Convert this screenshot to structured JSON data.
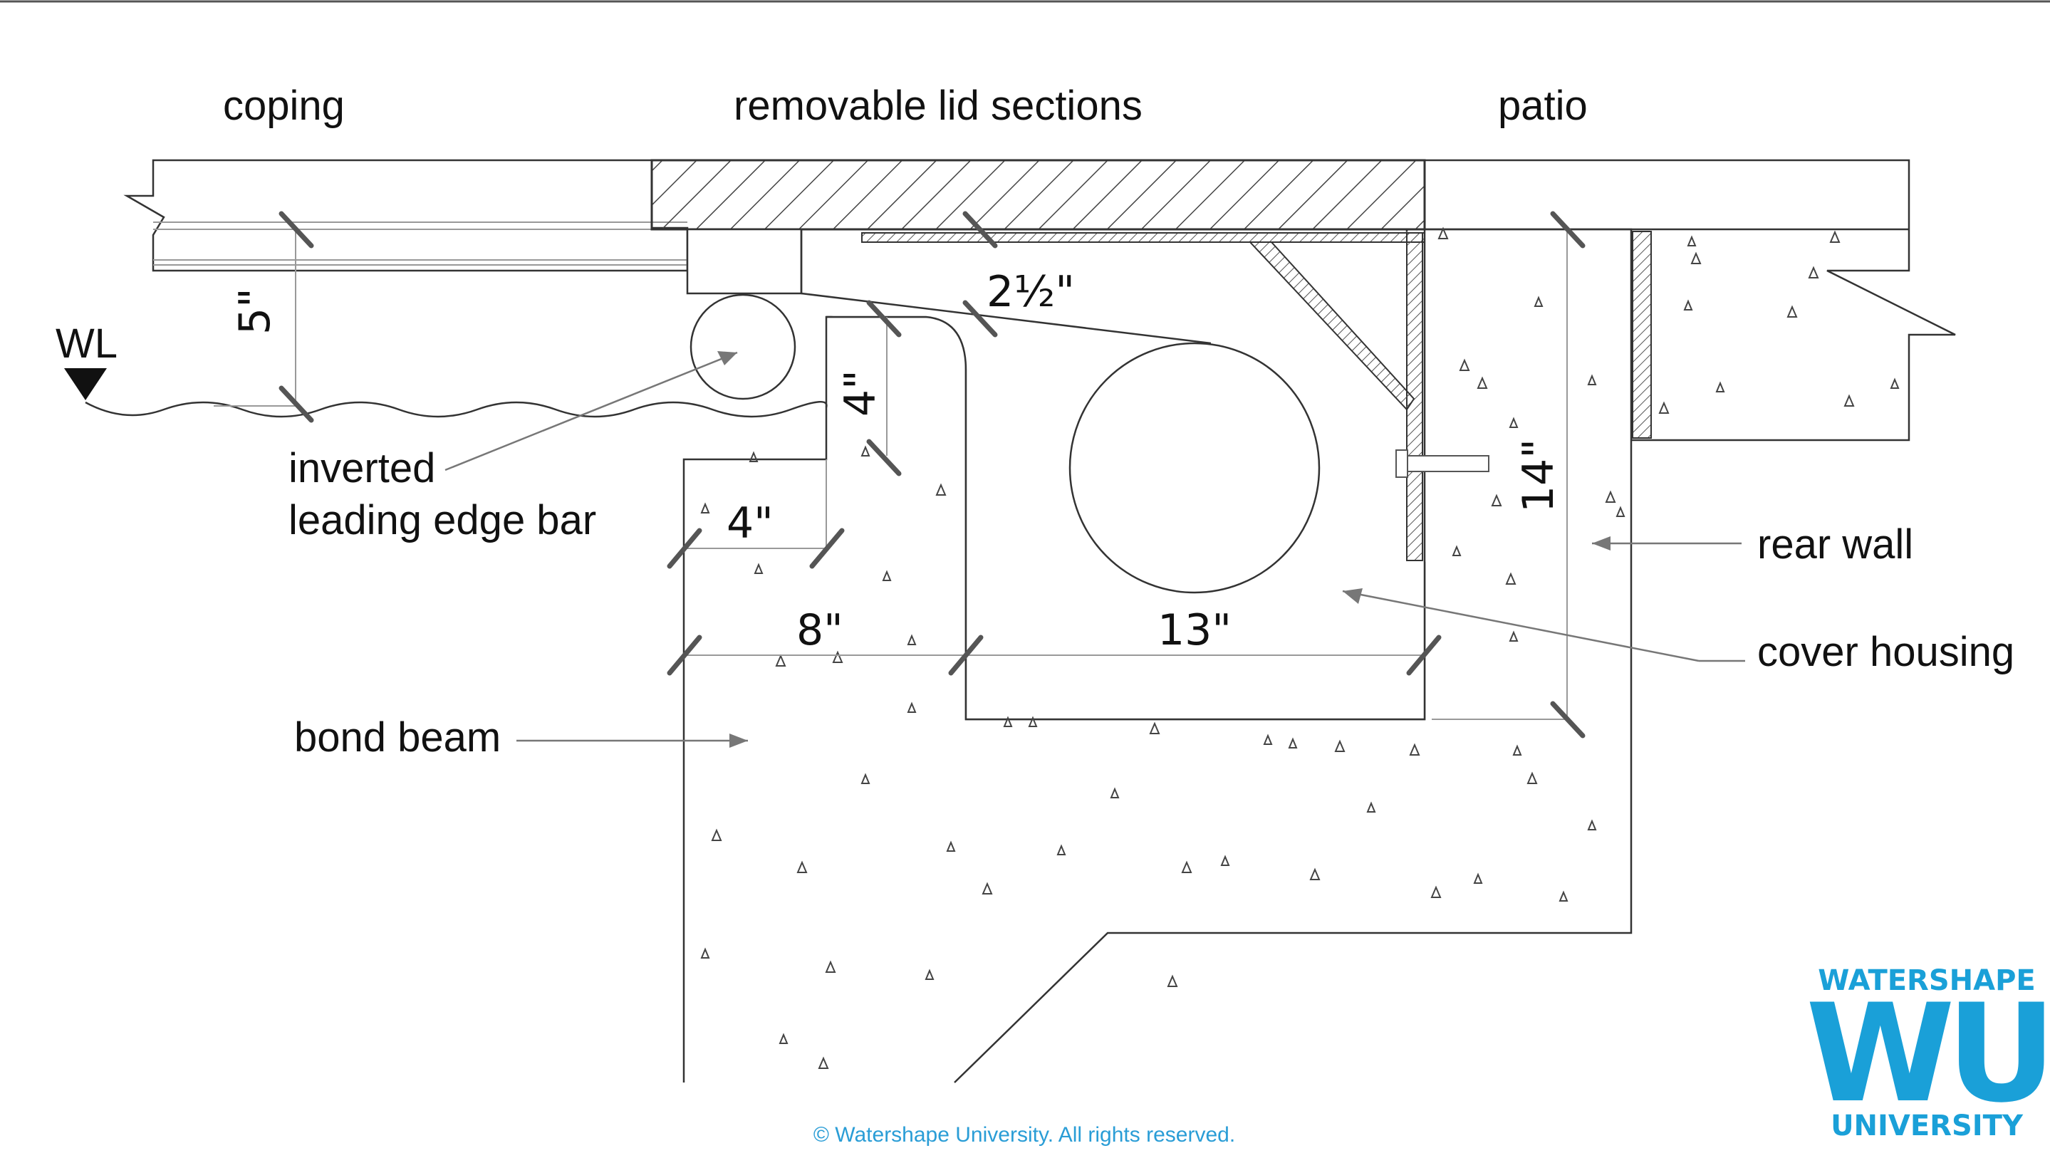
{
  "labels": {
    "coping": "coping",
    "lid_sections": "removable lid sections",
    "patio": "patio",
    "water_level": "WL",
    "leading_edge_line1": "inverted",
    "leading_edge_line2": "leading edge bar",
    "rear_wall": "rear wall",
    "cover_housing": "cover housing",
    "bond_beam": "bond beam"
  },
  "dimensions": {
    "coping_depth": "5\"",
    "lid_gap": "2½\"",
    "lip_height": "4\"",
    "lip_width": "4\"",
    "beam_width": "8\"",
    "housing_width": "13\"",
    "housing_depth": "14\""
  },
  "logo": {
    "top": "WATERSHAPE",
    "mark": "WU",
    "bottom": "UNIVERSITY",
    "color": "#1aa0d8"
  },
  "copyright": "© Watershape University. All rights reserved."
}
